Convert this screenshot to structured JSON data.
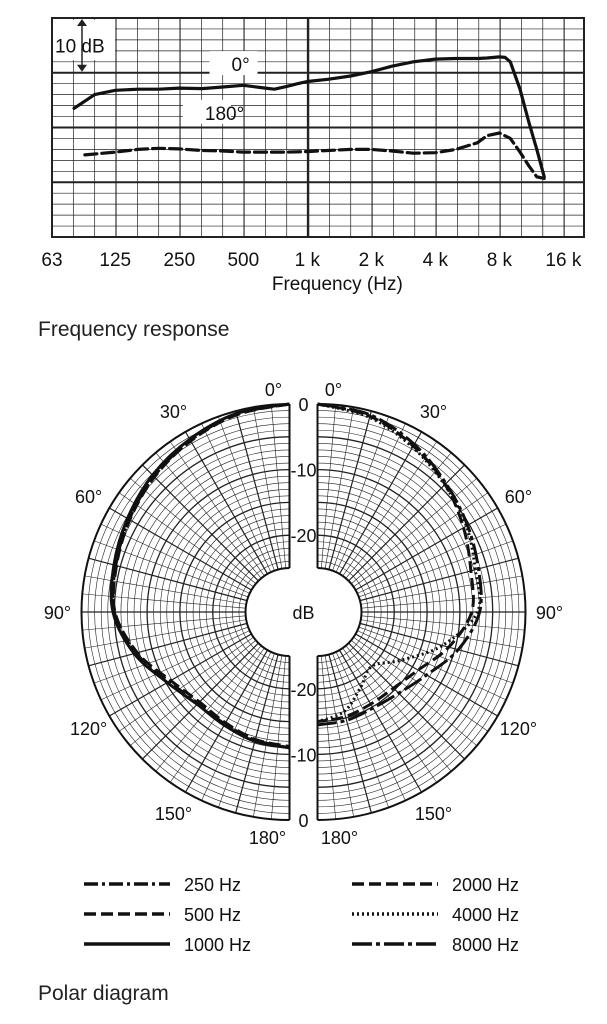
{
  "frequency_caption": "Frequency response",
  "polar_caption": "Polar diagram",
  "chart_data": [
    {
      "type": "line",
      "scale_label": "10 dB",
      "xlabel": "Frequency (Hz)",
      "ylabel": "",
      "x_scale": "log",
      "xlim": [
        63,
        20000
      ],
      "ylim": [
        -30,
        10
      ],
      "x_ticks": [
        63,
        125,
        250,
        500,
        1000,
        2000,
        4000,
        8000,
        16000
      ],
      "x_tick_labels": [
        "63",
        "125",
        "250",
        "500",
        "1 k",
        "2 k",
        "4 k",
        "8 k",
        "16 k"
      ],
      "series": [
        {
          "name": "0°",
          "style": "solid",
          "x": [
            80,
            100,
            125,
            160,
            200,
            250,
            320,
            400,
            500,
            600,
            700,
            800,
            900,
            1000,
            1250,
            1600,
            2000,
            2500,
            3150,
            4000,
            5000,
            6300,
            7000,
            8000,
            8500,
            9000,
            10000,
            11000,
            12000,
            13000
          ],
          "y": [
            -6.5,
            -4,
            -3.2,
            -3,
            -3,
            -2.8,
            -2.9,
            -2.6,
            -2.3,
            -2.7,
            -3,
            -2.5,
            -2,
            -1.6,
            -1.2,
            -0.6,
            0.2,
            1.2,
            2,
            2.5,
            2.6,
            2.6,
            2.7,
            2.9,
            2.8,
            2,
            -3,
            -9,
            -14,
            -19
          ]
        },
        {
          "name": "180°",
          "style": "dashed",
          "x": [
            90,
            125,
            160,
            200,
            250,
            320,
            400,
            500,
            630,
            800,
            1000,
            1250,
            1600,
            2000,
            2500,
            3150,
            4000,
            5000,
            6300,
            7000,
            8000,
            9000,
            10000,
            11000,
            12000,
            13000
          ],
          "y": [
            -15,
            -14.5,
            -14,
            -13.8,
            -13.9,
            -14.2,
            -14.3,
            -14.5,
            -14.5,
            -14.5,
            -14.4,
            -14.2,
            -14,
            -14,
            -14.3,
            -14.7,
            -14.6,
            -14,
            -12.8,
            -11.5,
            -11,
            -12,
            -14.5,
            -17,
            -19,
            -19.3
          ]
        }
      ]
    },
    {
      "type": "polar",
      "center_label": "dB",
      "radial_labels": [
        "0",
        "-10",
        "-20"
      ],
      "bottom_radial_labels": [
        "-20",
        "-10",
        "0"
      ],
      "angle_labels": [
        "0°",
        "30°",
        "60°",
        "90°",
        "120°",
        "150°",
        "180°"
      ],
      "rlim": [
        -25,
        0
      ],
      "angles_deg": [
        0,
        15,
        30,
        45,
        60,
        75,
        90,
        105,
        120,
        135,
        150,
        165,
        180
      ],
      "series": [
        {
          "name": "250 Hz",
          "style": "dash-dot",
          "side": "left",
          "values": [
            0,
            -0.5,
            -1.5,
            -2.5,
            -3.5,
            -4.3,
            -5,
            -7.5,
            -10.5,
            -12,
            -12,
            -11.5,
            -11
          ]
        },
        {
          "name": "500 Hz",
          "style": "dashed",
          "side": "left",
          "values": [
            0,
            -0.6,
            -1.6,
            -2.6,
            -3.6,
            -4.4,
            -5.1,
            -7.7,
            -10.8,
            -12.3,
            -12.2,
            -11.6,
            -11.2
          ]
        },
        {
          "name": "1000 Hz",
          "style": "solid",
          "side": "left",
          "values": [
            0,
            -0.4,
            -1.3,
            -2.2,
            -3.2,
            -4,
            -4.8,
            -7.2,
            -10.2,
            -11.8,
            -11.8,
            -11.3,
            -11
          ]
        },
        {
          "name": "2000 Hz",
          "style": "dashed",
          "side": "right",
          "values": [
            0,
            -0.8,
            -2.5,
            -4.2,
            -6,
            -7.5,
            -8.2,
            -11,
            -14,
            -15.3,
            -15.5,
            -15.2,
            -15
          ]
        },
        {
          "name": "4000 Hz",
          "style": "dotted",
          "side": "right",
          "values": [
            0,
            -1,
            -2.7,
            -4.3,
            -5.5,
            -6.8,
            -7.3,
            -12,
            -17,
            -20,
            -18.5,
            -16,
            -15
          ]
        },
        {
          "name": "8000 Hz",
          "style": "long-dash-dot",
          "side": "right",
          "values": [
            0,
            -0.6,
            -2.2,
            -4,
            -5.3,
            -6.3,
            -7,
            -9.5,
            -12.5,
            -14.2,
            -14.8,
            -14.6,
            -14.5
          ]
        }
      ]
    }
  ]
}
